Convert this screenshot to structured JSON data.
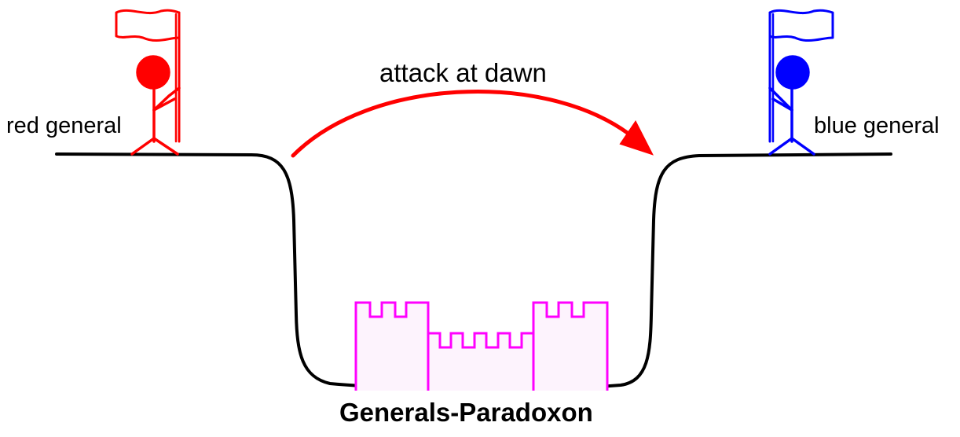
{
  "diagram": {
    "title": "Generals-Paradoxon",
    "message": "attack at dawn",
    "red_general": {
      "label": "red general",
      "color": "#ff0000",
      "icon": "stick-figure-with-flag"
    },
    "blue_general": {
      "label": "blue general",
      "color": "#0000ff",
      "icon": "stick-figure-with-flag"
    },
    "valley": {
      "color": "#000000"
    },
    "castle": {
      "icon": "castle-with-battlements",
      "outline_color": "#ff00ff",
      "fill_color": "#fdf3fd"
    },
    "arrow": {
      "color": "#ff0000",
      "direction": "red-to-blue"
    }
  }
}
